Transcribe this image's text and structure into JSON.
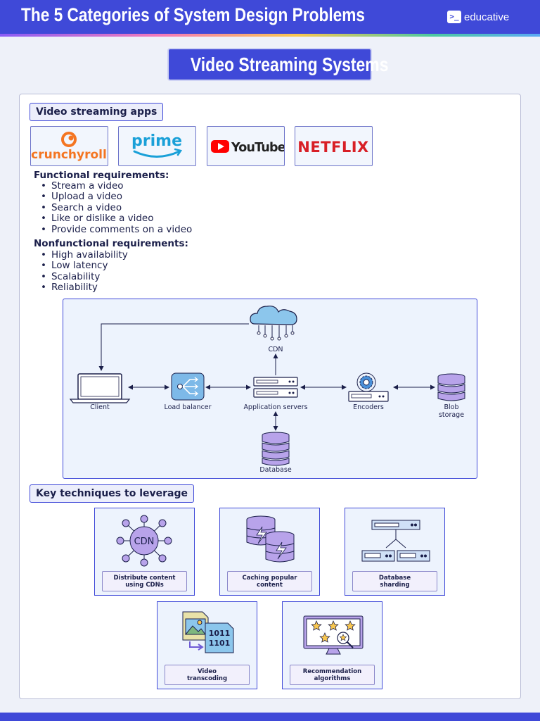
{
  "header": {
    "title": "The 5 Categories of System Design Problems",
    "brand": "educative",
    "brand_logo": ">_",
    "colors": {
      "primary": "#3f49d8",
      "background": "#eef1f9"
    }
  },
  "section_title": "Video Streaming Systems",
  "apps": {
    "heading": "Video streaming apps",
    "logos": [
      {
        "name": "crunchyroll",
        "text": "crunchyroll",
        "color": "#f47521"
      },
      {
        "name": "prime",
        "text": "prime",
        "color": "#1aa0d8"
      },
      {
        "name": "youtube",
        "text": "YouTube",
        "color": "#ff0000"
      },
      {
        "name": "netflix",
        "text": "NETFLIX",
        "color": "#d81f26"
      }
    ]
  },
  "functional": {
    "heading": "Functional requirements:",
    "items": [
      "Stream a video",
      "Upload a video",
      "Search a video",
      "Like or dislike a video",
      "Provide comments on a video"
    ]
  },
  "nonfunctional": {
    "heading": "Nonfunctional requirements:",
    "items": [
      "High availability",
      "Low latency",
      "Scalability",
      "Reliability"
    ]
  },
  "diagram": {
    "nodes": {
      "cdn": "CDN",
      "client": "Client",
      "load_balancer": "Load balancer",
      "app_servers": "Application servers",
      "encoders": "Encoders",
      "blob_line1": "Blob",
      "blob_line2": "storage",
      "database": "Database"
    },
    "icons": [
      "cloud-icon",
      "laptop-icon",
      "load-balancer-icon",
      "server-icon",
      "encoder-gear-icon",
      "database-icon"
    ]
  },
  "techniques": {
    "heading": "Key techniques to leverage",
    "cdn_icon_text": "CDN",
    "binary_line1": "1011",
    "binary_line2": "1101",
    "items": [
      {
        "label": "Distribute content\nusing CDNs",
        "icon": "cdn-network-icon"
      },
      {
        "label": "Caching popular\ncontent",
        "icon": "cache-database-icon"
      },
      {
        "label": "Database\nsharding",
        "icon": "sharding-icon"
      },
      {
        "label": "Video\ntranscoding",
        "icon": "transcoding-icon"
      },
      {
        "label": "Recommendation\nalgorithms",
        "icon": "recommendation-icon"
      }
    ]
  }
}
